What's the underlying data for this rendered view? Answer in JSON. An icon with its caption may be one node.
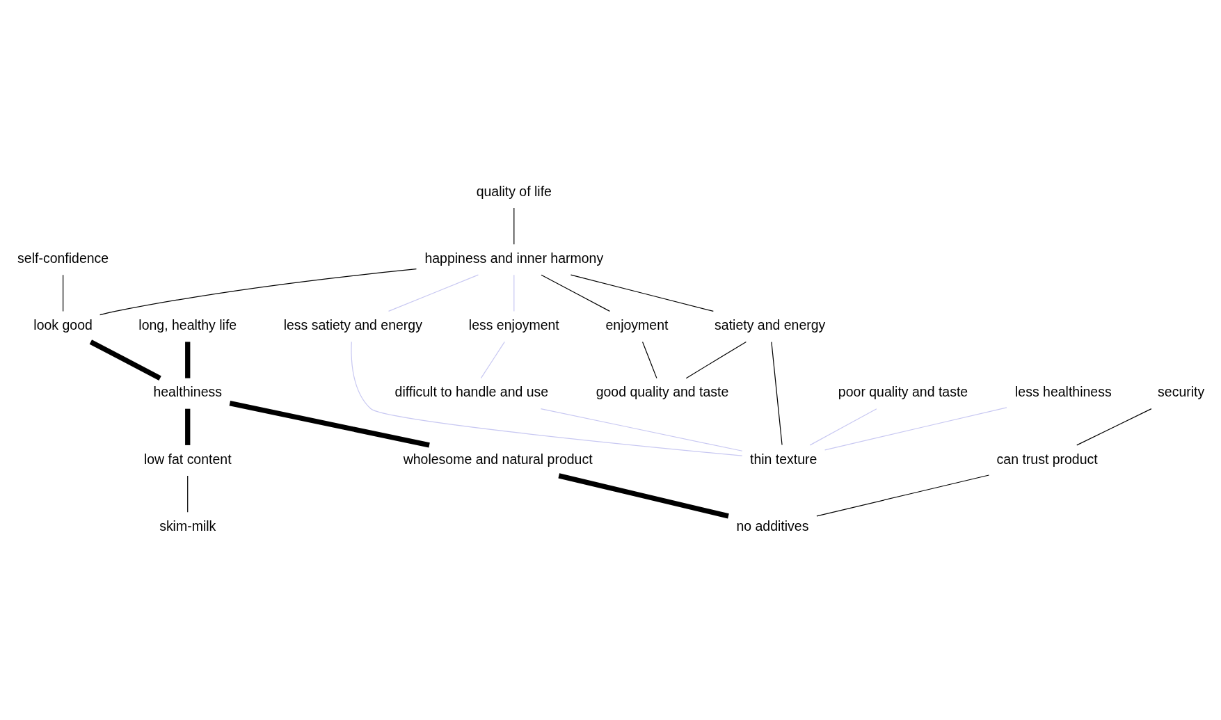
{
  "diagram": {
    "nodes": [
      {
        "text": [
          "quality of life"
        ]
      },
      {
        "text": [
          "self-confidence"
        ]
      },
      {
        "text": [
          "long, healthy life"
        ]
      },
      {
        "text": [
          "happiness and inner harmony"
        ]
      },
      {
        "text": [
          "security"
        ]
      },
      {
        "text": [
          "look good"
        ]
      },
      {
        "text": [
          "less satiety and energy"
        ]
      },
      {
        "text": [
          "less enjoyment"
        ]
      },
      {
        "text": [
          "enjoyment"
        ]
      },
      {
        "text": [
          "healthiness"
        ]
      },
      {
        "text": [
          "poor quality and taste"
        ]
      },
      {
        "text": [
          "can trust product"
        ]
      },
      {
        "text": [
          "difficult to handle and use"
        ]
      },
      {
        "text": [
          "satiety and energy"
        ]
      },
      {
        "text": [
          "low fat content"
        ]
      },
      {
        "text": [
          "wholesome and natural product"
        ]
      },
      {
        "text": [
          "less healthiness"
        ]
      },
      {
        "text": [
          "good quality and taste"
        ]
      },
      {
        "text": [
          "thin texture"
        ]
      },
      {
        "text": [
          "skim-milk"
        ]
      },
      {
        "text": [
          "no additives"
        ]
      }
    ],
    "edges": [
      {
        "from": 0,
        "to": 3,
        "arrow": "none"
      },
      {
        "from": 3,
        "to": 6,
        "arrow": "none",
        "color": "#c8c8f2"
      },
      {
        "from": 3,
        "to": 7,
        "arrow": "none",
        "color": "#c8c8f2"
      },
      {
        "from": 3,
        "to": 13,
        "arrow": "none"
      },
      {
        "from": 3,
        "to": 8,
        "arrow": "none"
      },
      {
        "from": 3,
        "to": 5,
        "arrow": "none"
      },
      {
        "from": 1,
        "to": 5,
        "arrow": "none"
      },
      {
        "from": 5,
        "to": 9,
        "arrow": "none",
        "style": "thick"
      },
      {
        "from": 2,
        "to": 9,
        "arrow": "none",
        "style": "thick"
      },
      {
        "from": 9,
        "to": 14,
        "arrow": "none",
        "style": "thick"
      },
      {
        "from": 9,
        "to": 15,
        "arrow": "none",
        "style": "thick"
      },
      {
        "from": 15,
        "to": 20,
        "arrow": "none",
        "style": "thick"
      },
      {
        "from": 4,
        "to": 11,
        "arrow": "none"
      },
      {
        "from": 11,
        "to": 20,
        "arrow": "none"
      },
      {
        "from": 14,
        "to": 19,
        "arrow": "none"
      },
      {
        "from": 8,
        "to": 17,
        "arrow": "none"
      },
      {
        "from": 13,
        "to": 17,
        "arrow": "none"
      },
      {
        "from": 13,
        "to": 18,
        "arrow": "none"
      },
      {
        "from": 6,
        "to": 18,
        "arrow": "none",
        "color": "#c8c8f2"
      },
      {
        "from": 7,
        "to": 12,
        "arrow": "none",
        "color": "#c8c8f2"
      },
      {
        "from": 12,
        "to": 18,
        "arrow": "none",
        "color": "#c8c8f2"
      },
      {
        "from": 10,
        "to": 18,
        "arrow": "none",
        "color": "#c8c8f2"
      },
      {
        "from": 16,
        "to": 18,
        "arrow": "none",
        "color": "#c8c8f2"
      }
    ]
  }
}
